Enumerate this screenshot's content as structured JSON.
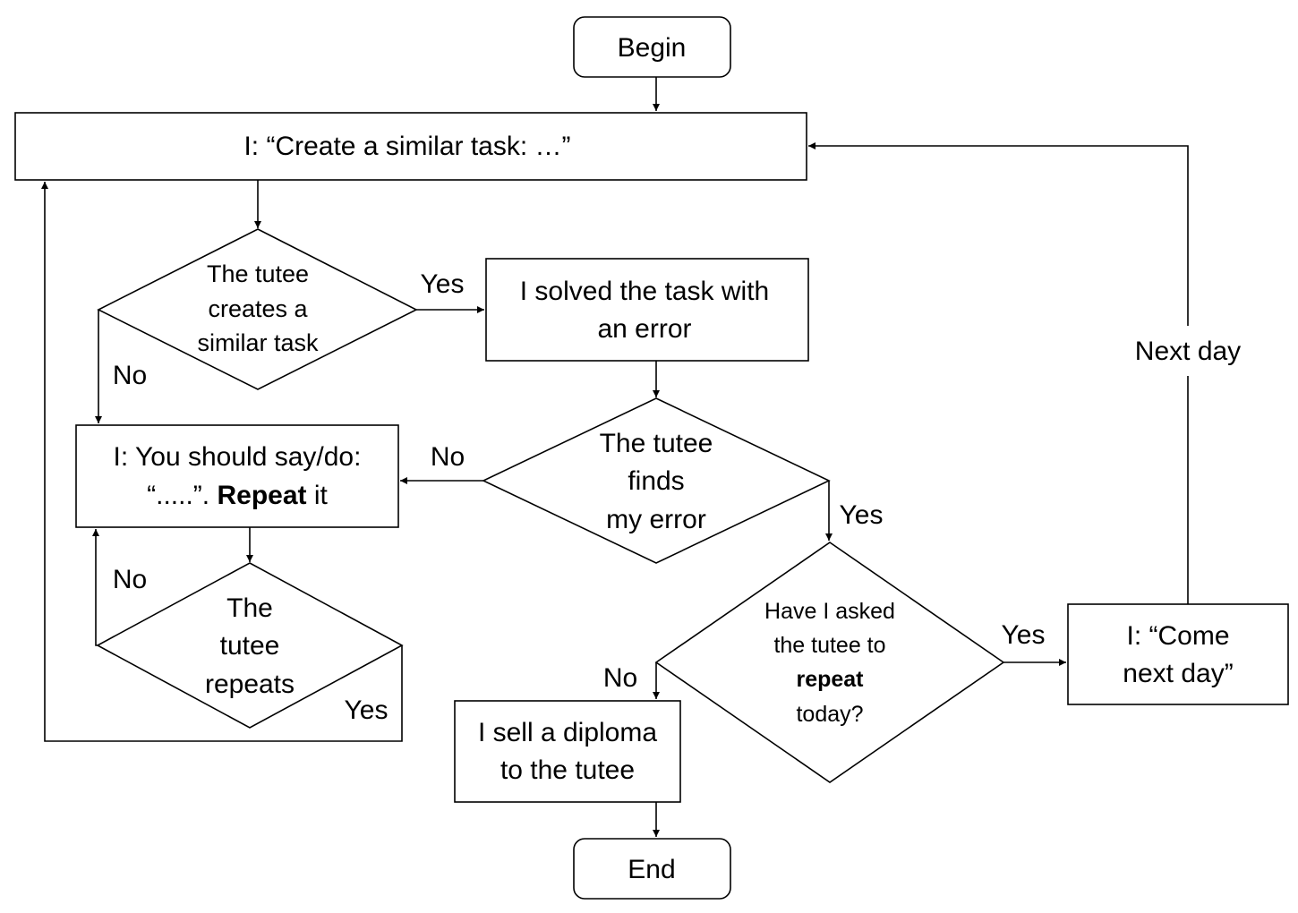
{
  "nodes": {
    "begin": "Begin",
    "create_task": "I: “Create a similar task: …”",
    "decision_creates": [
      "The tutee",
      "creates a",
      "similar task"
    ],
    "solved_error": [
      "I solved the task with",
      "an error"
    ],
    "decision_finds": [
      "The tutee",
      "finds",
      "my error"
    ],
    "you_should": {
      "line1": "I: You should say/do:",
      "line2_prefix": "“.....”. ",
      "line2_bold": "Repeat",
      "line2_suffix": " it"
    },
    "decision_repeats": [
      "The",
      "tutee",
      "repeats"
    ],
    "decision_asked": {
      "line1": "Have I asked",
      "line2": "the tutee to",
      "line3_bold": "repeat",
      "line4": "today?"
    },
    "come_next_day": [
      "I: “Come",
      "next day”"
    ],
    "sell_diploma": [
      "I sell a diploma",
      "to the tutee"
    ],
    "end": "End"
  },
  "edges": {
    "creates_yes": "Yes",
    "creates_no": "No",
    "finds_no": "No",
    "finds_yes": "Yes",
    "repeats_no": "No",
    "repeats_yes": "Yes",
    "asked_yes": "Yes",
    "asked_no": "No",
    "next_day": "Next day"
  }
}
